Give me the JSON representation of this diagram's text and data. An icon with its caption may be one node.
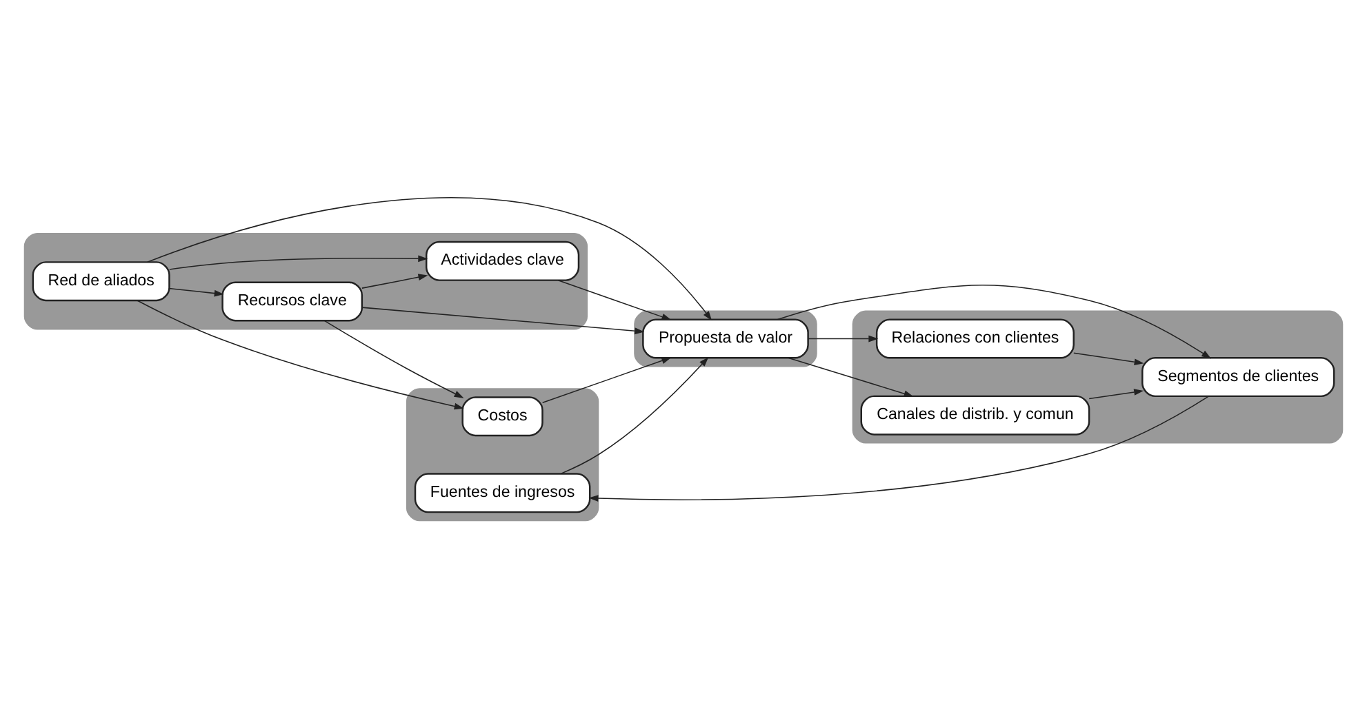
{
  "diagram": {
    "nodes": [
      {
        "text": [],
        "shape": "box"
      },
      {
        "text": [
          "Actividades clave"
        ],
        "in": 0
      },
      {
        "text": [
          "Red de aliados"
        ],
        "in": 0
      },
      {
        "text": [
          "Recursos clave"
        ],
        "in": 0
      },
      {
        "text": [],
        "shape": "box"
      },
      {
        "text": [
          "Propuesta de valor"
        ],
        "in": 4
      },
      {
        "text": [],
        "shape": "box"
      },
      {
        "text": [
          "Relaciones con clientes"
        ],
        "in": 6
      },
      {
        "text": [
          "Segmentos de clientes"
        ],
        "in": 6
      },
      {
        "text": [
          "Canales de distrib. y comun"
        ],
        "in": 6
      },
      {
        "text": [],
        "shape": "box"
      },
      {
        "text": [
          "Costos"
        ],
        "in": 10
      },
      {
        "text": [
          "Fuentes de ingresos"
        ],
        "in": 10
      }
    ],
    "edges": [
      {
        "from": 2,
        "to": 1,
        "arrow": "to"
      },
      {
        "from": 2,
        "to": 5,
        "arrow": "to"
      },
      {
        "from": 2,
        "to": 3,
        "arrow": "to"
      },
      {
        "from": 2,
        "to": 11,
        "arrow": "to"
      },
      {
        "from": 1,
        "to": 5,
        "arrow": "to"
      },
      {
        "from": 3,
        "to": 1,
        "arrow": "to"
      },
      {
        "from": 3,
        "to": 11,
        "arrow": "to"
      },
      {
        "from": 3,
        "to": 5,
        "arrow": "to"
      },
      {
        "from": 11,
        "to": 5,
        "arrow": "to"
      },
      {
        "from": 5,
        "to": 7,
        "arrow": "to"
      },
      {
        "from": 5,
        "to": 8,
        "arrow": "to"
      },
      {
        "from": 5,
        "to": 9,
        "arrow": "to"
      },
      {
        "from": 12,
        "to": 5,
        "arrow": "to"
      },
      {
        "from": 7,
        "to": 8,
        "arrow": "to"
      },
      {
        "from": 9,
        "to": 8,
        "arrow": "to"
      },
      {
        "from": 8,
        "to": 12,
        "arrow": "to"
      }
    ]
  }
}
